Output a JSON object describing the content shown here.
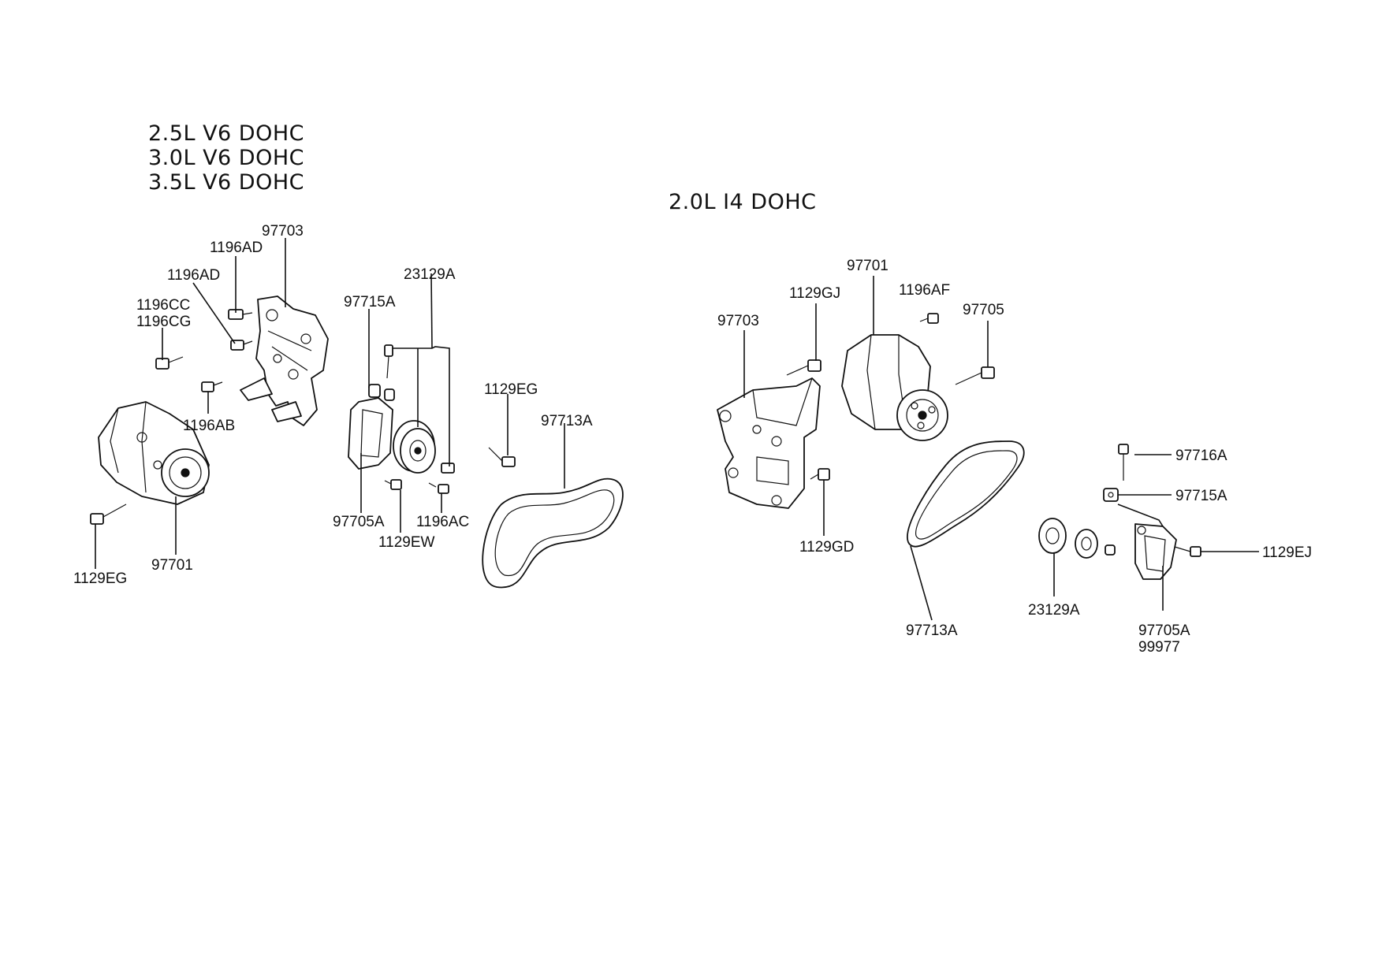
{
  "diagram": {
    "left_group": {
      "engine_titles": [
        "2.5L  V6  DOHC",
        "3.0L  V6  DOHC",
        "3.5L  V6  DOHC"
      ],
      "labels": {
        "p97703": "97703",
        "p1196AD_upper": "1196AD",
        "p1196AD_lower": "1196AD",
        "p1196CC": "1196CC",
        "p1196CG": "1196CG",
        "p1196AB": "1196AB",
        "p1129EG_left": "1129EG",
        "p97701": "97701",
        "p97715A": "97715A",
        "p23129A": "23129A",
        "p97705A": "97705A",
        "p1129EW": "1129EW",
        "p1196AC": "1196AC",
        "p1129EG_right": "1129EG",
        "p97713A": "97713A"
      }
    },
    "right_group": {
      "engine_title": "2.0L  I4  DOHC",
      "labels": {
        "p97703": "97703",
        "p1129GJ": "1129GJ",
        "p97701": "97701",
        "p1196AF": "1196AF",
        "p97705": "97705",
        "p1129GD": "1129GD",
        "p97713A": "97713A",
        "p97716A": "97716A",
        "p97715A": "97715A",
        "p1129EJ": "1129EJ",
        "p23129A": "23129A",
        "p97705A": "97705A",
        "p99977": "99977"
      }
    }
  }
}
